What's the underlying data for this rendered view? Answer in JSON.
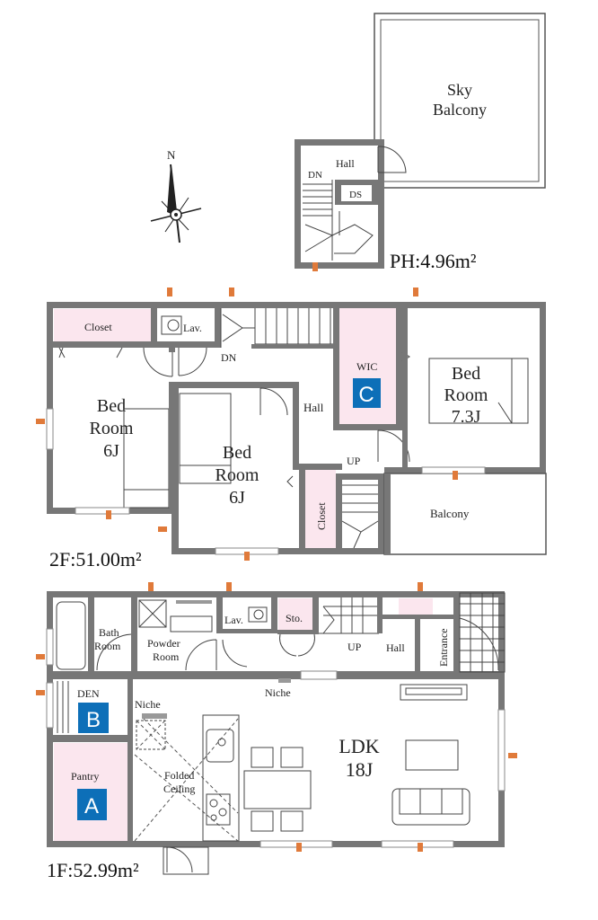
{
  "colors": {
    "wall": "#777777",
    "pink": "#fbe6ee",
    "badge": "#0d6fb8"
  },
  "compass": {
    "north": "N"
  },
  "ph": {
    "sky_balcony_line1": "Sky",
    "sky_balcony_line2": "Balcony",
    "hall": "Hall",
    "dn": "DN",
    "ds": "DS",
    "area": "PH:4.96m²"
  },
  "f2": {
    "closet": "Closet",
    "lav": "Lav.",
    "dn": "DN",
    "wic": "WIC",
    "badge_c": "C",
    "hall": "Hall",
    "up": "UP",
    "bed1_l1": "Bed",
    "bed1_l2": "Room",
    "bed1_l3": "6J",
    "bed2_l1": "Bed",
    "bed2_l2": "Room",
    "bed2_l3": "6J",
    "bed3_l1": "Bed",
    "bed3_l2": "Room",
    "bed3_l3": "7.3J",
    "closet2": "Closet",
    "balcony": "Balcony",
    "area": "2F:51.00m²"
  },
  "f1": {
    "bath_l1": "Bath",
    "bath_l2": "Room",
    "powder_l1": "Powder",
    "powder_l2": "Room",
    "lav": "Lav.",
    "sto": "Sto.",
    "up": "UP",
    "hall": "Hall",
    "entrance": "Entrance",
    "den": "DEN",
    "badge_b": "B",
    "niche1": "Niche",
    "niche2": "Niche",
    "pantry": "Pantry",
    "badge_a": "A",
    "folded_l1": "Folded",
    "folded_l2": "Ceiling",
    "ldk_l1": "LDK",
    "ldk_l2": "18J",
    "area": "1F:52.99m²"
  }
}
